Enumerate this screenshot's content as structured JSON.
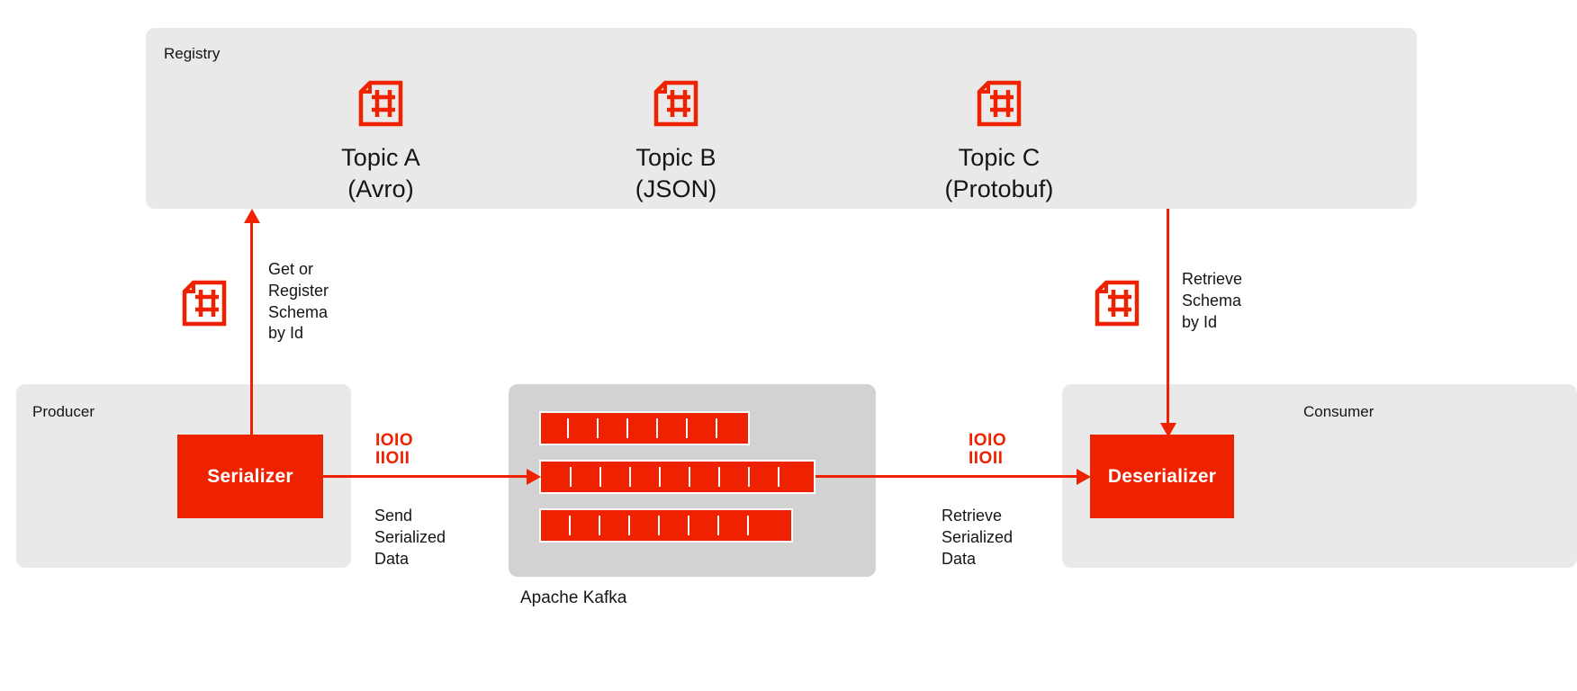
{
  "colors": {
    "red": "#ee2200",
    "panel_light": "#e9e9e9",
    "panel_mid": "#d2d2d2",
    "text": "#151515",
    "white": "#ffffff"
  },
  "registry": {
    "title": "Registry",
    "topics": [
      {
        "icon": "schema-document-icon",
        "name": "Topic A",
        "format": "(Avro)"
      },
      {
        "icon": "schema-document-icon",
        "name": "Topic B",
        "format": "(JSON)"
      },
      {
        "icon": "schema-document-icon",
        "name": "Topic C",
        "format": "(Protobuf)"
      }
    ]
  },
  "producer": {
    "title": "Producer",
    "component_label": "Serializer"
  },
  "consumer": {
    "title": "Consumer",
    "component_label": "Deserializer"
  },
  "kafka": {
    "caption": "Apache Kafka",
    "partitions": [
      {
        "segments": 7
      },
      {
        "segments": 9
      },
      {
        "segments": 8
      }
    ]
  },
  "flows": {
    "register": {
      "caption": "Get or\nRegister\nSchema\nby Id",
      "icon": "schema-document-icon",
      "direction": "up"
    },
    "retrieve_schema": {
      "caption": "Retrieve\nSchema\nby Id",
      "icon": "schema-document-icon",
      "direction": "down"
    },
    "send_serialized": {
      "caption": "Send\nSerialized\nData",
      "binary_glyph": "IOIO\nIIOII",
      "direction": "right"
    },
    "retrieve_serialized": {
      "caption": "Retrieve\nSerialized\nData",
      "binary_glyph": "IOIO\nIIOII",
      "direction": "right"
    }
  }
}
